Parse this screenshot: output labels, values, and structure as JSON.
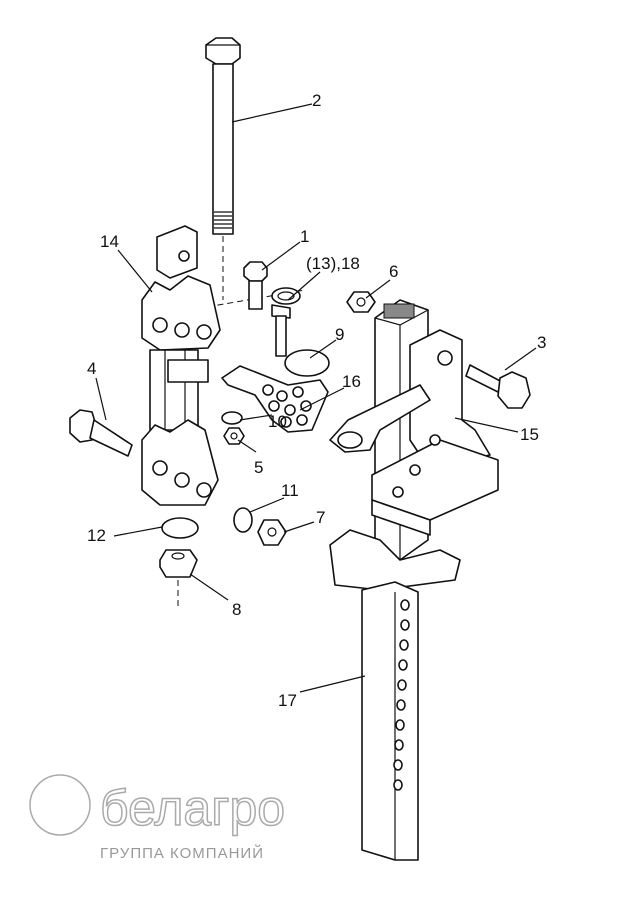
{
  "diagram": {
    "watermark": {
      "brand": "белагро",
      "subtitle": "ГРУППА КОМПАНИЙ"
    },
    "callouts": {
      "c1": "1",
      "c2": "2",
      "c3": "3",
      "c4": "4",
      "c5": "5",
      "c6": "6",
      "c7": "7",
      "c8": "8",
      "c9": "9",
      "c10": "10",
      "c11": "11",
      "c12": "12",
      "c13_18": "(13),18",
      "c14": "14",
      "c15": "15",
      "c16": "16",
      "c17": "17"
    }
  }
}
